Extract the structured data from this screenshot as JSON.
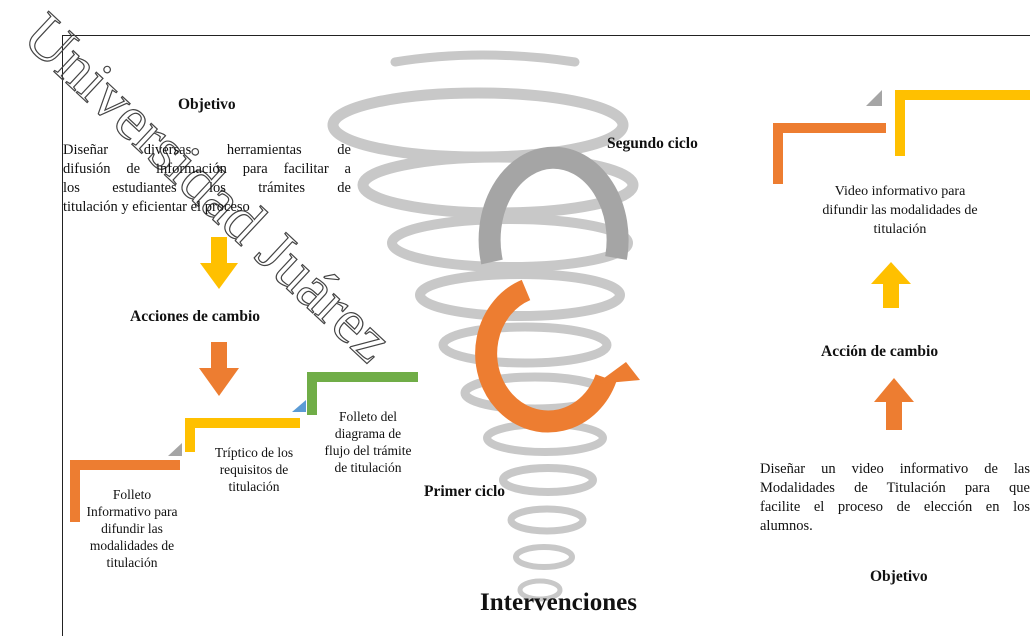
{
  "watermark": "Universidad Juárez",
  "left": {
    "objetivo_title": "Objetivo",
    "objetivo_lines": [
      "Diseñar diversas herramientas de",
      "difusión de información para facilitar a",
      "los estudiantes los trámites de",
      "titulación y eficientar el proceso"
    ],
    "acciones_title": "Acciones de cambio",
    "step1_lines": [
      "Folleto",
      "Informativo para",
      "difundir las",
      "modalidades de",
      "titulación"
    ],
    "step2_lines": [
      "Tríptico de los",
      "requisitos de",
      "titulación"
    ],
    "step3_lines": [
      "Folleto del",
      "diagrama de",
      "flujo del trámite",
      "de titulación"
    ]
  },
  "center": {
    "segundo_ciclo": "Segundo ciclo",
    "primer_ciclo": "Primer ciclo",
    "title": "Intervenciones"
  },
  "right": {
    "video_lines": [
      "Video informativo para",
      "difundir las modalidades de",
      "titulación"
    ],
    "accion_title": "Acción de cambio",
    "objetivo_lines": [
      "Diseñar un video informativo de las",
      "Modalidades de Titulación para que",
      "facilite el proceso de elección en los",
      "alumnos."
    ],
    "objetivo_title": "Objetivo"
  },
  "colors": {
    "orange": "#ED7D31",
    "yellow": "#FFC000",
    "green": "#70AD47",
    "gray": "#A5A5A5",
    "spiral": "#BFBFBF"
  }
}
